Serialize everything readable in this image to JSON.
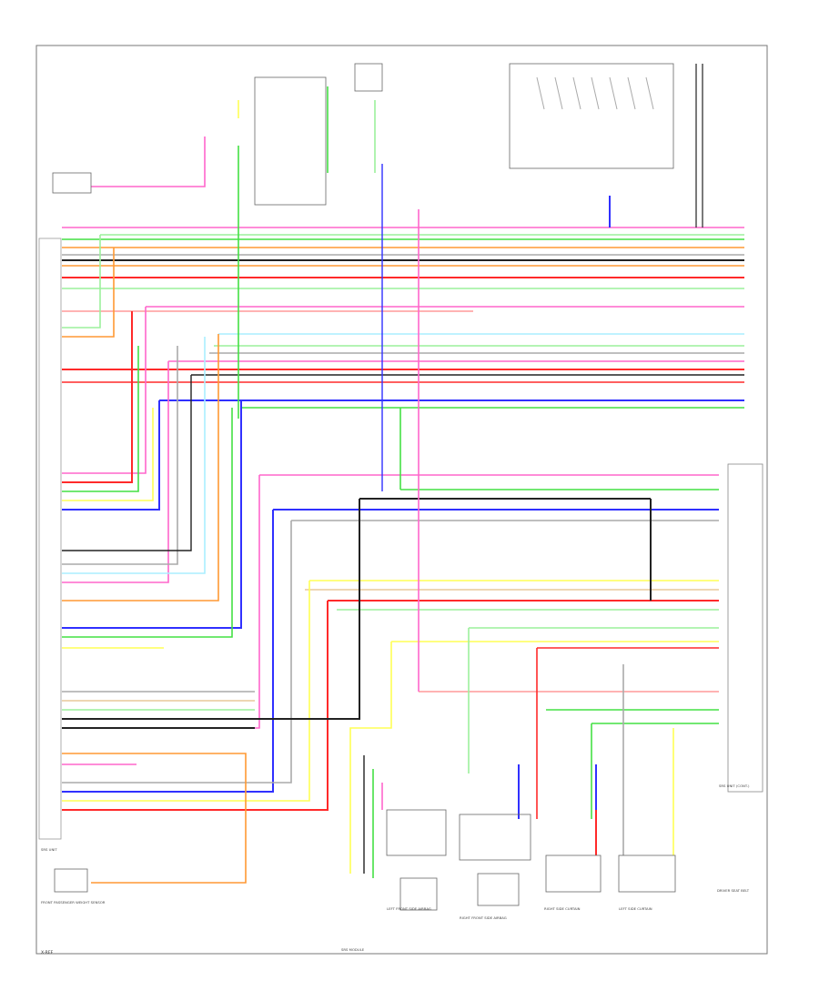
{
  "colors": {
    "pink": "#ff66cc",
    "red": "#ff2a2a",
    "light_red": "#ff9a9a",
    "green": "#44e044",
    "light_green": "#9cf09c",
    "blue": "#3030ff",
    "yellow": "#ffff55",
    "orange": "#ff9933",
    "light_blue": "#aaeeff",
    "black": "#222222",
    "gray": "#aaaaaa",
    "tan": "#e8c89a"
  },
  "labels": {
    "top_left_component": "SRS UNIT",
    "right_box": "SRS UNIT (CONT.)",
    "bottom_left_box": "FRONT PASSENGER WEIGHT SENSOR",
    "bottom_center_1": "LEFT FRONT SIDE AIRBAG",
    "bottom_center_2": "RIGHT FRONT SIDE AIRBAG",
    "bottom_center_3": "RIGHT SIDE CURTAIN",
    "bottom_center_4": "LEFT SIDE CURTAIN",
    "bottom_right": "DRIVER SEAT BELT",
    "bottom_edge": "SRS MODULE",
    "footer_code": "X-REF"
  }
}
